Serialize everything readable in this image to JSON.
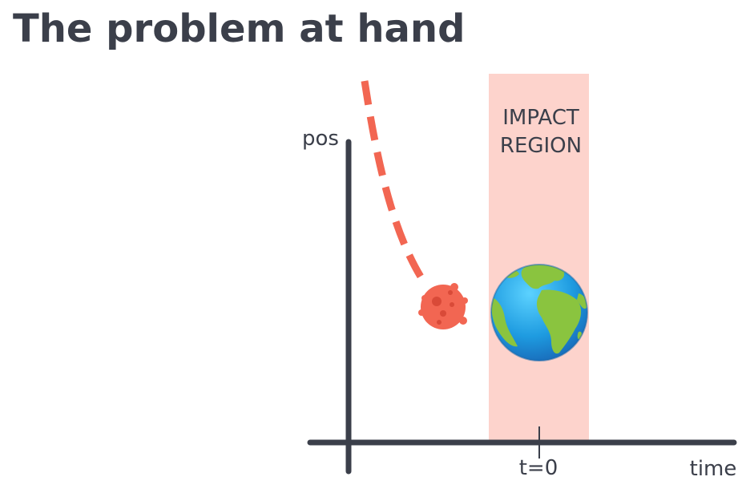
{
  "slide": {
    "title": "The problem at hand"
  },
  "diagram": {
    "y_axis_label": "pos",
    "x_axis_label": "time",
    "tick_label": "t=0",
    "region_label_line1": "IMPACT",
    "region_label_line2": "REGION",
    "asteroid_icon": "asteroid-icon",
    "earth_icon": "earth-globe-icon"
  },
  "colors": {
    "axis": "#3b3f4a",
    "trajectory": "#f26652",
    "region": "#fdd3cc",
    "asteroid": "#f26652",
    "earth_ocean": "#1e9be0",
    "earth_land": "#8ac43f"
  }
}
